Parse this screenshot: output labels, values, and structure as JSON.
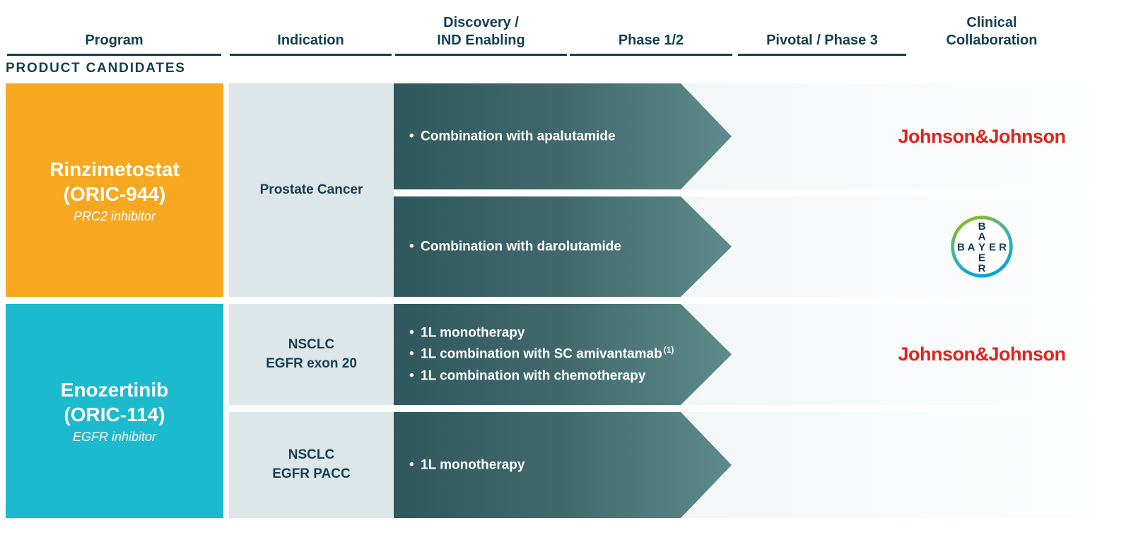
{
  "columns": [
    {
      "label": "Program"
    },
    {
      "label": "Indication"
    },
    {
      "label": "Discovery /\nIND Enabling"
    },
    {
      "label": "Phase 1/2"
    },
    {
      "label": "Pivotal / Phase 3"
    },
    {
      "label": "Clinical\nCollaboration"
    }
  ],
  "section_title": "PRODUCT CANDIDATES",
  "colors": {
    "header_text": "#14404F",
    "program_1_block": "#F7A821",
    "program_2_block": "#1CBACE",
    "indication_block": "#DDE6E8",
    "arrow_teal_dark": "#2F585E",
    "arrow_teal_light": "#5E8B8B",
    "jnj_red": "#E2231A",
    "bayer_blue": "#10384F",
    "bayer_ring_green": "#8ABD24",
    "bayer_ring_blue": "#00A0DE"
  },
  "programs": [
    {
      "name": "Rinzimetostat",
      "code": "(ORIC-944)",
      "moa": "PRC2 inhibitor",
      "indications": [
        {
          "label": "Prostate Cancer",
          "tracks": [
            {
              "bullets": [
                {
                  "text": "Combination with apalutamide",
                  "sup": ""
                }
              ],
              "collaborator": "Johnson&Johnson"
            },
            {
              "bullets": [
                {
                  "text": "Combination with darolutamide",
                  "sup": ""
                }
              ],
              "collaborator": "Bayer"
            }
          ]
        }
      ]
    },
    {
      "name": "Enozertinib",
      "code": "(ORIC-114)",
      "moa": "EGFR inhibitor",
      "indications": [
        {
          "label": "NSCLC\nEGFR exon 20",
          "tracks": [
            {
              "bullets": [
                {
                  "text": "1L monotherapy",
                  "sup": ""
                },
                {
                  "text": "1L combination with SC amivantamab",
                  "sup": "(1)"
                },
                {
                  "text": "1L combination with chemotherapy",
                  "sup": ""
                }
              ],
              "collaborator": "Johnson&Johnson"
            }
          ]
        },
        {
          "label": "NSCLC\nEGFR PACC",
          "tracks": [
            {
              "bullets": [
                {
                  "text": "1L monotherapy",
                  "sup": ""
                }
              ],
              "collaborator": ""
            }
          ]
        }
      ]
    }
  ],
  "bayer_logo_letters": [
    "B",
    "A",
    "Y",
    "E",
    "R"
  ]
}
